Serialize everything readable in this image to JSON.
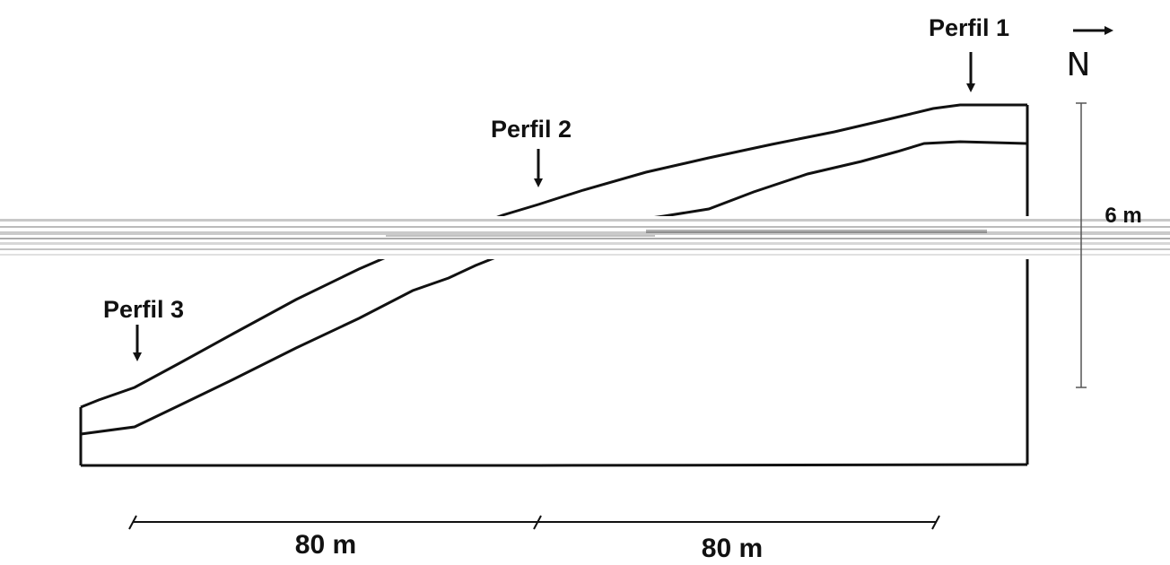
{
  "profiles": [
    {
      "label": "Perfil 1"
    },
    {
      "label": "Perfil 2"
    },
    {
      "label": "Perfil 3"
    }
  ],
  "north": {
    "label": "N"
  },
  "scale_bar": {
    "horizontal_segments": [
      "80 m",
      "80 m"
    ],
    "vertical_label": "6 m"
  },
  "colors": {
    "line": "#111111",
    "background": "#ffffff",
    "scan_band": "#9a9a9a"
  }
}
